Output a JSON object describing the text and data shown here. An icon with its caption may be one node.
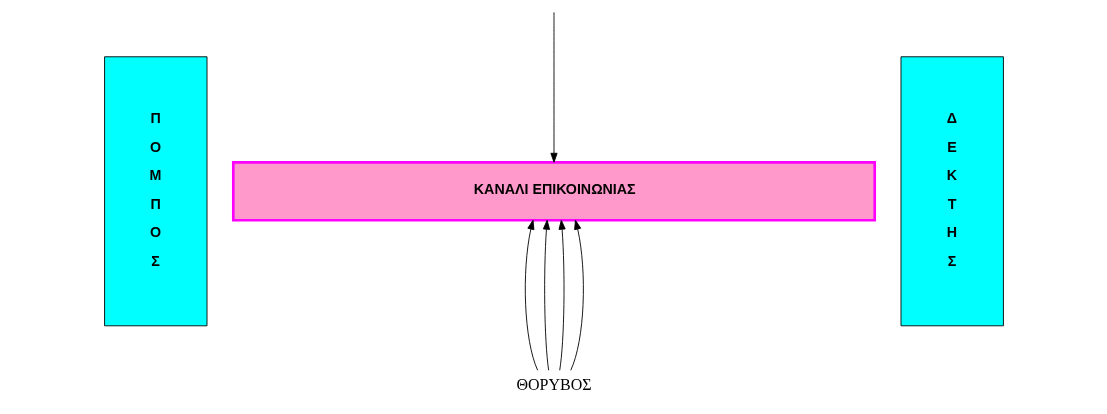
{
  "diagram": {
    "nodes": [
      {
        "text": [
          "Π Ο Μ Π Ο Σ"
        ]
      },
      {
        "text": [
          "ΚΑΝΑΛΙ ΕΠΙΚΟΙΝΩΝΙΑΣ"
        ]
      },
      {
        "text": [
          "Δ Ε Κ Τ Η Σ"
        ]
      },
      {
        "text": [
          "ΘΟΡΥΒΟΣ"
        ]
      }
    ],
    "edges": [
      {
        "from": null,
        "to": 1,
        "arrow": "to"
      },
      {
        "from": 3,
        "to": 1,
        "arrow": "to"
      },
      {
        "from": 3,
        "to": 1,
        "arrow": "to"
      },
      {
        "from": 3,
        "to": 1,
        "arrow": "to"
      },
      {
        "from": 3,
        "to": 1,
        "arrow": "to"
      }
    ]
  }
}
